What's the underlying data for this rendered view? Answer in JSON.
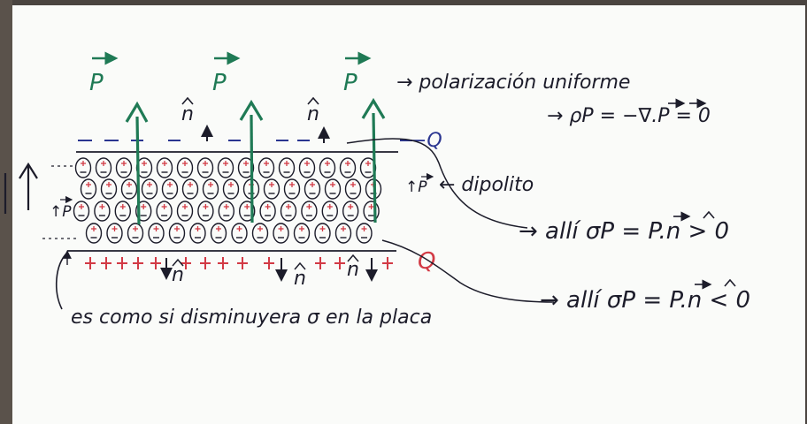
{
  "vector_labels": {
    "p_left": "P",
    "p_mid": "P",
    "p_right": "P"
  },
  "top": {
    "polarizacion": "→ polarización uniforme",
    "rho_eq": "→ ρP = −∇.P = 0"
  },
  "charges": {
    "top_plate": "−Q",
    "bottom_plate": "Q"
  },
  "dipolo": {
    "label": "← dipolito",
    "p_small": "↑P"
  },
  "normals": {
    "n_up": "n",
    "n_down": "n"
  },
  "right_eqs": {
    "eq_top": "→ allí σP = P.n > 0",
    "eq_bottom": "→ allí σP = P.n < 0"
  },
  "bottom_note": "es como si disminuyera σ en la placa",
  "colors": {
    "green": "#1f7a55",
    "navy": "#2a3590",
    "red": "#d23a45",
    "ink": "#1c1c2a",
    "paper": "#fafbf9"
  }
}
